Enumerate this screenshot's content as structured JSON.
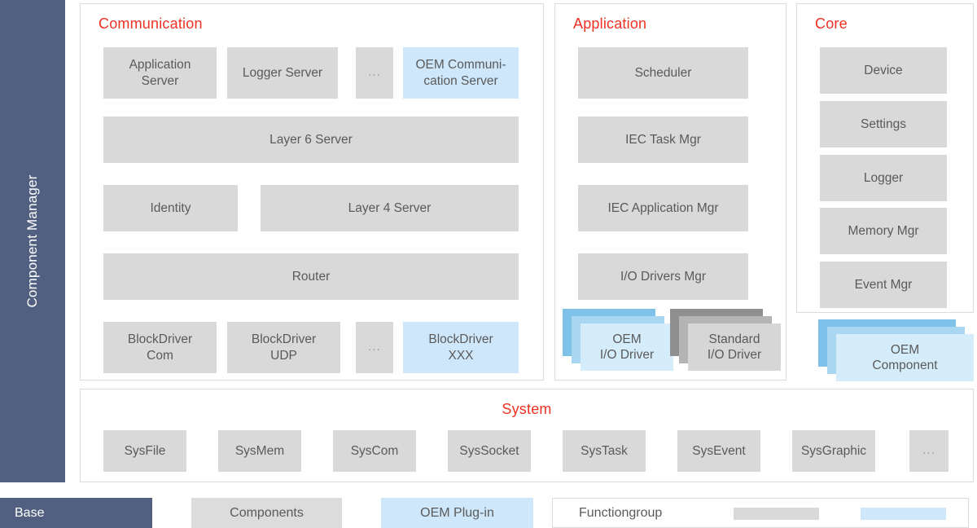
{
  "sidebar": {
    "label": "Component Manager"
  },
  "groups": {
    "communication": {
      "title": "Communication",
      "rows": [
        [
          {
            "label": "Application Server",
            "kind": "component"
          },
          {
            "label": "Logger Server",
            "kind": "component"
          },
          {
            "label": "...",
            "kind": "dots"
          },
          {
            "label": "OEM Communi-cation Server",
            "kind": "oem"
          }
        ],
        [
          {
            "label": "Layer 6 Server",
            "kind": "component"
          }
        ],
        [
          {
            "label": "Identity",
            "kind": "component"
          },
          {
            "label": "Layer 4 Server",
            "kind": "component"
          }
        ],
        [
          {
            "label": "Router",
            "kind": "component"
          }
        ],
        [
          {
            "label": "BlockDriver Com",
            "kind": "component"
          },
          {
            "label": "BlockDriver UDP",
            "kind": "component"
          },
          {
            "label": "...",
            "kind": "dots"
          },
          {
            "label": "BlockDriver XXX",
            "kind": "oem"
          }
        ]
      ],
      "items": {
        "application_server_line1": "Application",
        "application_server_line2": "Server",
        "logger_server": "Logger Server",
        "dots_top": "...",
        "oem_comm_line1": "OEM Communi-",
        "oem_comm_line2": "cation Server",
        "layer6_server": "Layer 6 Server",
        "identity": "Identity",
        "layer4_server": "Layer 4 Server",
        "router": "Router",
        "blockdriver_com_line1": "BlockDriver",
        "blockdriver_com_line2": "Com",
        "blockdriver_udp_line1": "BlockDriver",
        "blockdriver_udp_line2": "UDP",
        "dots_bottom": "...",
        "blockdriver_xxx_line1": "BlockDriver",
        "blockdriver_xxx_line2": "XXX"
      }
    },
    "application": {
      "title": "Application",
      "items": {
        "scheduler": "Scheduler",
        "iec_task_mgr": "IEC Task Mgr",
        "iec_application_mgr": "IEC Application Mgr",
        "io_drivers_mgr": "I/O Drivers Mgr"
      }
    },
    "core": {
      "title": "Core",
      "items": {
        "device": "Device",
        "settings": "Settings",
        "logger": "Logger",
        "memory_mgr": "Memory Mgr",
        "event_mgr": "Event Mgr"
      }
    },
    "system": {
      "title": "System",
      "items": [
        "SysFile",
        "SysMem",
        "SysCom",
        "SysSocket",
        "SysTask",
        "SysEvent",
        "SysGraphic",
        "..."
      ]
    }
  },
  "stacks": {
    "oem_io_driver": {
      "line1": "OEM",
      "line2": "I/O Driver",
      "style": "oem-plugin"
    },
    "standard_io_driver": {
      "line1": "Standard",
      "line2": "I/O Driver",
      "style": "component"
    },
    "oem_component": {
      "line1": "OEM",
      "line2": "Component",
      "style": "oem-plugin"
    }
  },
  "legend": {
    "base": "Base",
    "components": "Components",
    "oem_plugin": "OEM Plug-in",
    "functiongroup": "Functiongroup"
  },
  "colors": {
    "base_blue": "#516080",
    "component_gray": "#d9d9d9",
    "oem_light_blue": "#cfe7fa",
    "title_red": "#ef3124",
    "panel_border": "#dcdcdc",
    "text_gray": "#5a5a5a"
  }
}
